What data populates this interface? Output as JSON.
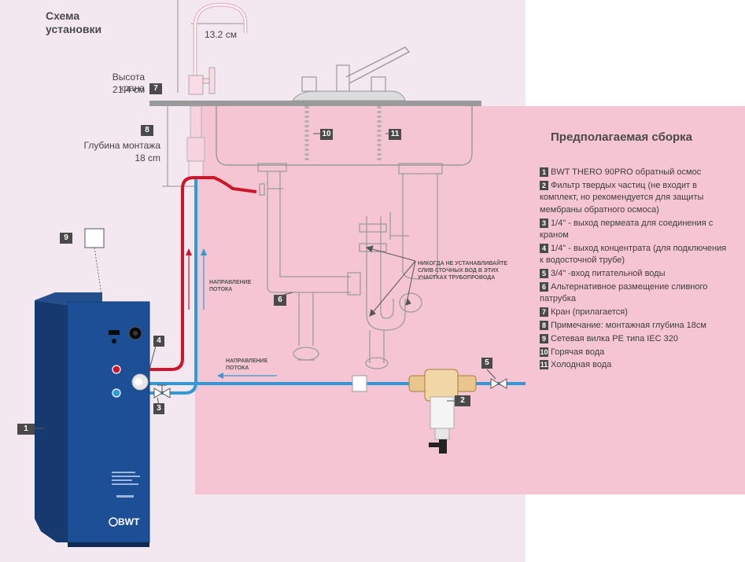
{
  "header": {
    "title_line1": "Схема",
    "title_line2": "установки"
  },
  "measurements": {
    "spout_reach": "13.2 см",
    "faucet_height_label": "Высота крана",
    "faucet_height_value": "21.4 см",
    "mount_depth_label": "Глубина монтажа",
    "mount_depth_value": "18 cm"
  },
  "diagram_labels": {
    "flow_direction_vertical": [
      "НАПРАВЛЕНИЕ",
      "ПОТОКА"
    ],
    "flow_direction_horizontal": [
      "НАПРАВЛЕНИЕ",
      "ПОТОКА"
    ],
    "drain_warning": [
      "НИКОГДА НЕ УСТАНАВЛИВАЙТЕ",
      "СЛИВ СТОЧНЫХ ВОД В ЭТИХ",
      "УЧАСТКАХ ТРУБОПРОВОДА"
    ],
    "unit_brand": "BWT",
    "markers": [
      "1",
      "2",
      "3",
      "4",
      "5",
      "6",
      "7",
      "8",
      "9",
      "10",
      "11"
    ]
  },
  "legend": {
    "title": "Предполагаемая сборка",
    "items": [
      {
        "num": "1",
        "text": "BWT THERO 90PRO обратный осмос"
      },
      {
        "num": "2",
        "text": "Фильтр твердых частиц (не входит в комплект, но рекомендуется для защиты мембраны обратного осмоса)"
      },
      {
        "num": "3",
        "text": "1/4\" - выход пермеата для соединения с краном"
      },
      {
        "num": "4",
        "text": "1/4\" - выход концентрата (для подключения к водосточной трубе)"
      },
      {
        "num": "5",
        "text": "3/4\" -вход питательной воды"
      },
      {
        "num": "6",
        "text": "Альтернативное размещение сливного патрубка"
      },
      {
        "num": "7",
        "text": "Кран (прилагается)"
      },
      {
        "num": "8",
        "text": "Примечание: монтажная глубина 18см"
      },
      {
        "num": "9",
        "text": "Сетевая вилка PE типа IEC 320"
      },
      {
        "num": "10",
        "text": "Горячая вода"
      },
      {
        "num": "11",
        "text": "Холодная вода"
      }
    ]
  },
  "colors": {
    "pink_panel": "#f6c8d6",
    "light_panel": "#f2e6ef",
    "hot_pipe": "#d0142a",
    "cold_pipe": "#2e9ad8",
    "unit_blue": "#1d4f96",
    "counter_gray": "#9a9a9a"
  }
}
